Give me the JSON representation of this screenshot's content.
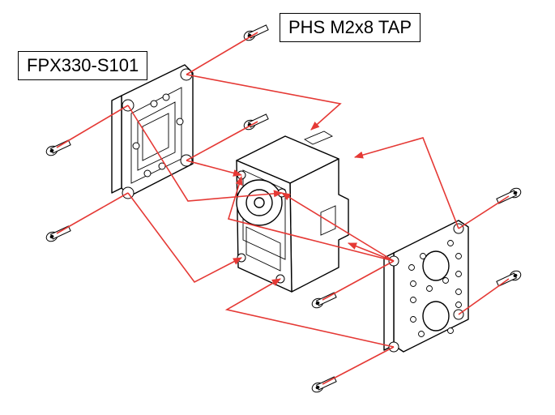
{
  "labels": {
    "screw": "PHS M2x8 TAP",
    "frame": "FPX330-S101"
  },
  "colors": {
    "assembly_line": "#e53935",
    "outline": "#000000",
    "background": "#ffffff"
  },
  "parts": [
    "servo",
    "side-frame",
    "plate-frame",
    "screw"
  ]
}
